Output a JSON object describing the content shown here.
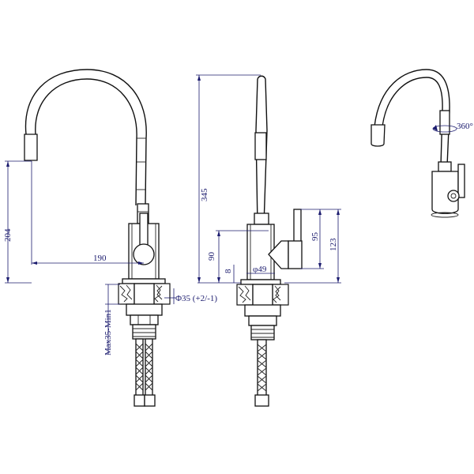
{
  "dimensions": {
    "height_204": "204",
    "reach_190": "190",
    "base_dia": "Φ35 (+2/-1)",
    "max_thickness": "Max35-Min1",
    "height_345": "345",
    "handle_90": "90",
    "offset_8": "8",
    "dia_49": "φ49",
    "handle_95": "95",
    "handle_123": "123",
    "rotation": "360°"
  },
  "colors": {
    "line": "#111111",
    "dimension": "#1b1b6e",
    "background": "#ffffff"
  }
}
